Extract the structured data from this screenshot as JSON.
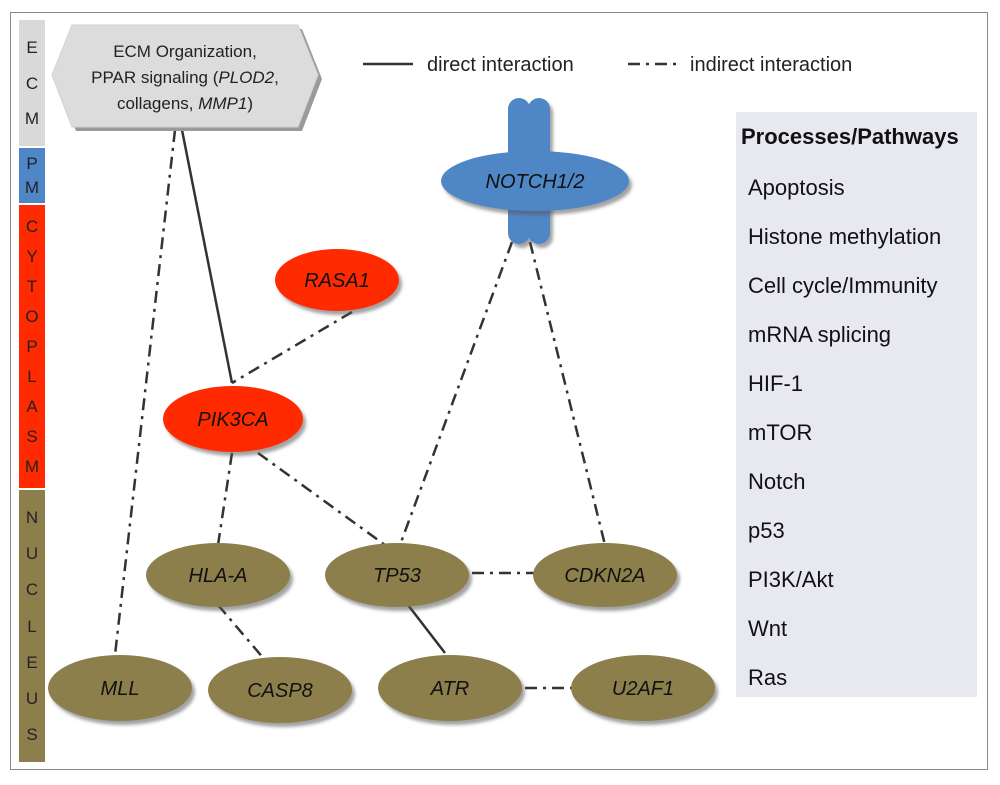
{
  "compartments": [
    {
      "letters": [
        "E",
        "C",
        "M"
      ],
      "color": "#d9d9d9"
    },
    {
      "letters": [
        "P",
        "M"
      ],
      "color": "#4f86c6"
    },
    {
      "letters": [
        "C",
        "Y",
        "T",
        "O",
        "P",
        "L",
        "A",
        "S",
        "M"
      ],
      "color": "#ff2a00"
    },
    {
      "letters": [
        "N",
        "U",
        "C",
        "L",
        "E",
        "U",
        "S"
      ],
      "color": "#8c7f4c"
    }
  ],
  "ecm_box": {
    "line1": "ECM Organization,",
    "line2_prefix": "PPAR signaling (",
    "line2_gene": "PLOD2",
    "line2_suffix": ",",
    "line3_prefix": "collagens, ",
    "line3_gene": "MMP1",
    "line3_suffix": ")"
  },
  "legend": {
    "direct": "direct interaction",
    "indirect": "indirect interaction"
  },
  "nodes": {
    "notch": "NOTCH1/2",
    "rasa1": "RASA1",
    "pik3ca": "PIK3CA",
    "hla_a": "HLA-A",
    "tp53": "TP53",
    "cdkn2a": "CDKN2A",
    "mll": "MLL",
    "casp8": "CASP8",
    "atr": "ATR",
    "u2af1": "U2AF1"
  },
  "processes": {
    "title": "Processes/Pathways",
    "items": [
      "Apoptosis",
      "Histone methylation",
      "Cell cycle/Immunity",
      "mRNA splicing",
      "HIF-1",
      "mTOR",
      "Notch",
      "p53",
      "PI3K/Akt",
      "Wnt",
      "Ras"
    ]
  },
  "colors": {
    "ecm": "#d9d9d9",
    "membrane": "#4f86c6",
    "cytoplasm": "#ff2a00",
    "nucleus": "#8c7f4c",
    "panel": "#e8e8f0"
  }
}
